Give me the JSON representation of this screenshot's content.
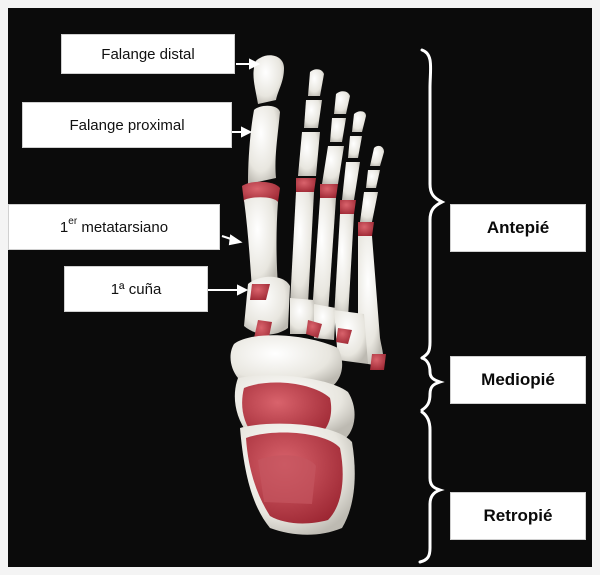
{
  "labels": {
    "distal_phalanx": "Falange distal",
    "proximal_phalanx": "Falange proximal",
    "first_metatarsal_number": "1",
    "first_metatarsal_superscript": "er",
    "first_metatarsal_word": " metatarsiano",
    "first_cuneiform": "1ª cuña"
  },
  "regions": {
    "forefoot": "Antepié",
    "midfoot": "Mediopié",
    "hindfoot": "Retropié"
  },
  "colors": {
    "background": "#0b0b0b",
    "bone": "#ecebe6",
    "cartilage": "#b8353f",
    "label_bg": "#ffffff",
    "bracket": "#ffffff"
  }
}
